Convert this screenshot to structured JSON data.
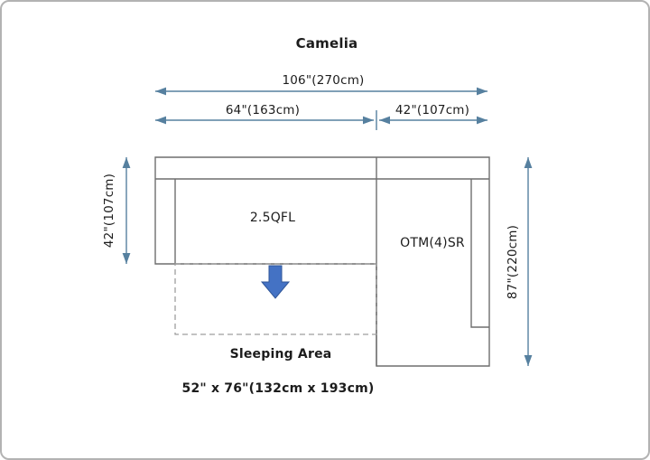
{
  "diagram": {
    "title": "Camelia",
    "dimensions": {
      "total_width": "106\"(270cm)",
      "left_section_width": "64\"(163cm)",
      "right_section_width": "42\"(107cm)",
      "left_depth": "42\"(107cm)",
      "total_depth": "87\"(220cm)"
    },
    "labels": {
      "main_section": "2.5QFL",
      "ottoman_section": "OTM(4)SR",
      "sleeping_area": "Sleeping Area",
      "sleeping_area_size": "52\" x 76\"(132cm x 193cm)"
    },
    "colors": {
      "dimension_line": "#56809f",
      "accent_arrow": "#4472c4",
      "sofa_outline": "#6e6e6e",
      "dashed_outline": "#9e9e9e",
      "frame_border": "#b3b3b3",
      "text": "#1c1c1c"
    }
  }
}
